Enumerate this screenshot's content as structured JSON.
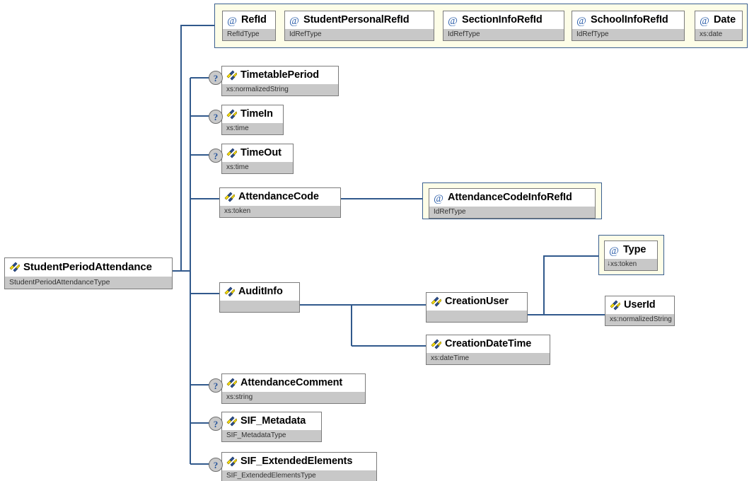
{
  "diagram": {
    "title": "StudentPeriodAttendance",
    "kind": "xml-schema-tree",
    "colors": {
      "connector": "#31598c",
      "attribute_group_fill": "#fdfde7",
      "attribute_group_border": "#3a5f8f",
      "node_border": "#7b7b7b",
      "node_type_fill": "#c8c8c8",
      "node_title_fill": "#ffffff",
      "optional_marker_fill": "#c9c9c9",
      "optional_marker_text": "#27559b",
      "icon_yellow": "#ffe400",
      "icon_blue": "#2b4f90"
    }
  },
  "root": {
    "name": "StudentPeriodAttendance",
    "type": "StudentPeriodAttendanceType",
    "icon": "element-icon"
  },
  "root_attributes_group": {
    "name": "root-attribute-group",
    "attributes": [
      {
        "name": "RefId",
        "type": "RefIdType",
        "icon": "attribute-icon"
      },
      {
        "name": "StudentPersonalRefId",
        "type": "IdRefType",
        "icon": "attribute-icon"
      },
      {
        "name": "SectionInfoRefId",
        "type": "IdRefType",
        "icon": "attribute-icon"
      },
      {
        "name": "SchoolInfoRefId",
        "type": "IdRefType",
        "icon": "attribute-icon"
      },
      {
        "name": "Date",
        "type": "xs:date",
        "icon": "attribute-icon"
      }
    ]
  },
  "children": [
    {
      "name": "TimetablePeriod",
      "type": "xs:normalizedString",
      "optional": true,
      "icon": "element-icon",
      "optional_marker": "?"
    },
    {
      "name": "TimeIn",
      "type": "xs:time",
      "optional": true,
      "icon": "element-icon",
      "optional_marker": "?"
    },
    {
      "name": "TimeOut",
      "type": "xs:time",
      "optional": true,
      "icon": "element-icon",
      "optional_marker": "?"
    },
    {
      "name": "AttendanceCode",
      "type": "xs:token",
      "optional": false,
      "icon": "element-icon"
    },
    {
      "name": "AuditInfo",
      "type": "",
      "optional": false,
      "icon": "element-icon"
    },
    {
      "name": "AttendanceComment",
      "type": "xs:string",
      "optional": true,
      "icon": "element-icon",
      "optional_marker": "?"
    },
    {
      "name": "SIF_Metadata",
      "type": "SIF_MetadataType",
      "optional": true,
      "icon": "element-icon",
      "optional_marker": "?"
    },
    {
      "name": "SIF_ExtendedElements",
      "type": "SIF_ExtendedElementsType",
      "optional": true,
      "icon": "element-icon",
      "optional_marker": "?"
    }
  ],
  "attendance_code_attributes_group": {
    "name": "attendance-code-attribute-group",
    "attributes": [
      {
        "name": "AttendanceCodeInfoRefId",
        "type": "IdRefType",
        "icon": "attribute-icon"
      }
    ]
  },
  "audit_info_children": [
    {
      "name": "CreationUser",
      "type": "",
      "icon": "element-icon"
    },
    {
      "name": "CreationDateTime",
      "type": "xs:dateTime",
      "icon": "element-icon"
    }
  ],
  "creation_user_attributes_group": {
    "name": "creation-user-attribute-group",
    "attributes": [
      {
        "name": "Type",
        "type": "xs:token",
        "type_prefix": "↓",
        "icon": "attribute-icon"
      }
    ]
  },
  "creation_user_children": [
    {
      "name": "UserId",
      "type": "xs:normalizedString",
      "icon": "element-icon"
    }
  ]
}
